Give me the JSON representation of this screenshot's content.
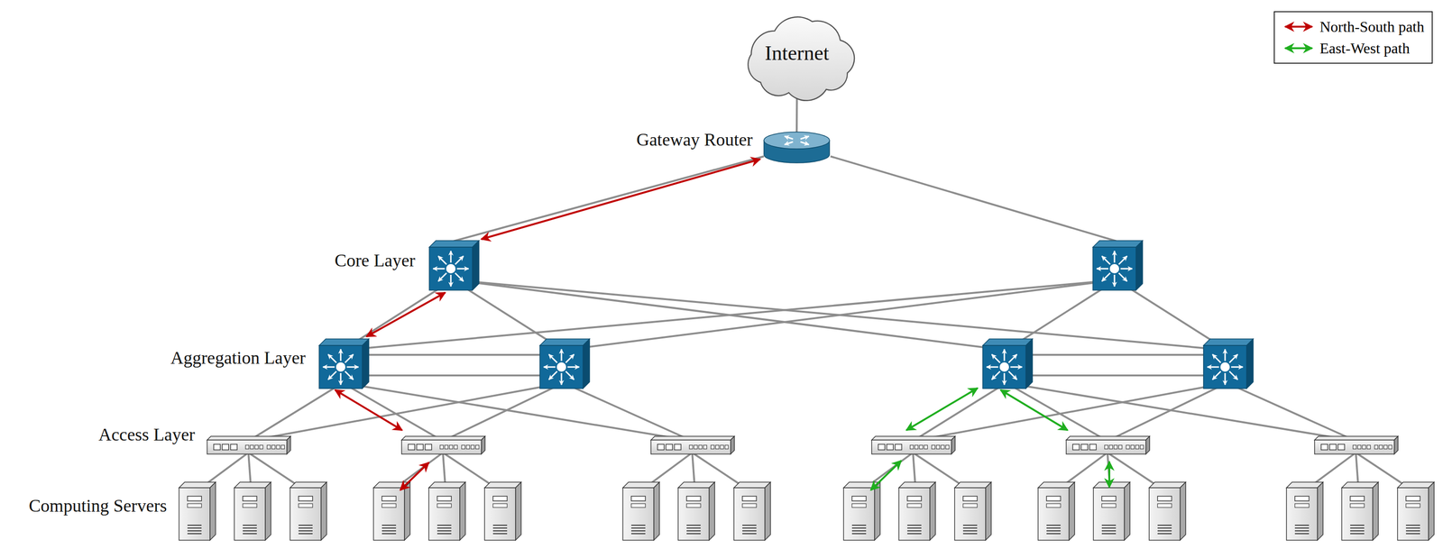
{
  "diagram": {
    "nodes": [
      {
        "text": [
          "Internet"
        ]
      },
      {
        "text": [
          "Gateway Router"
        ]
      }
    ],
    "edges": [
      {
        "from": 0,
        "to": 1,
        "arrow": "none"
      }
    ],
    "labels": [
      "Core Layer",
      "Aggregation Layer",
      "Access Layer",
      "Computing Servers"
    ],
    "legend": [
      {
        "text": "North-South path"
      },
      {
        "text": "East-West path"
      }
    ]
  }
}
